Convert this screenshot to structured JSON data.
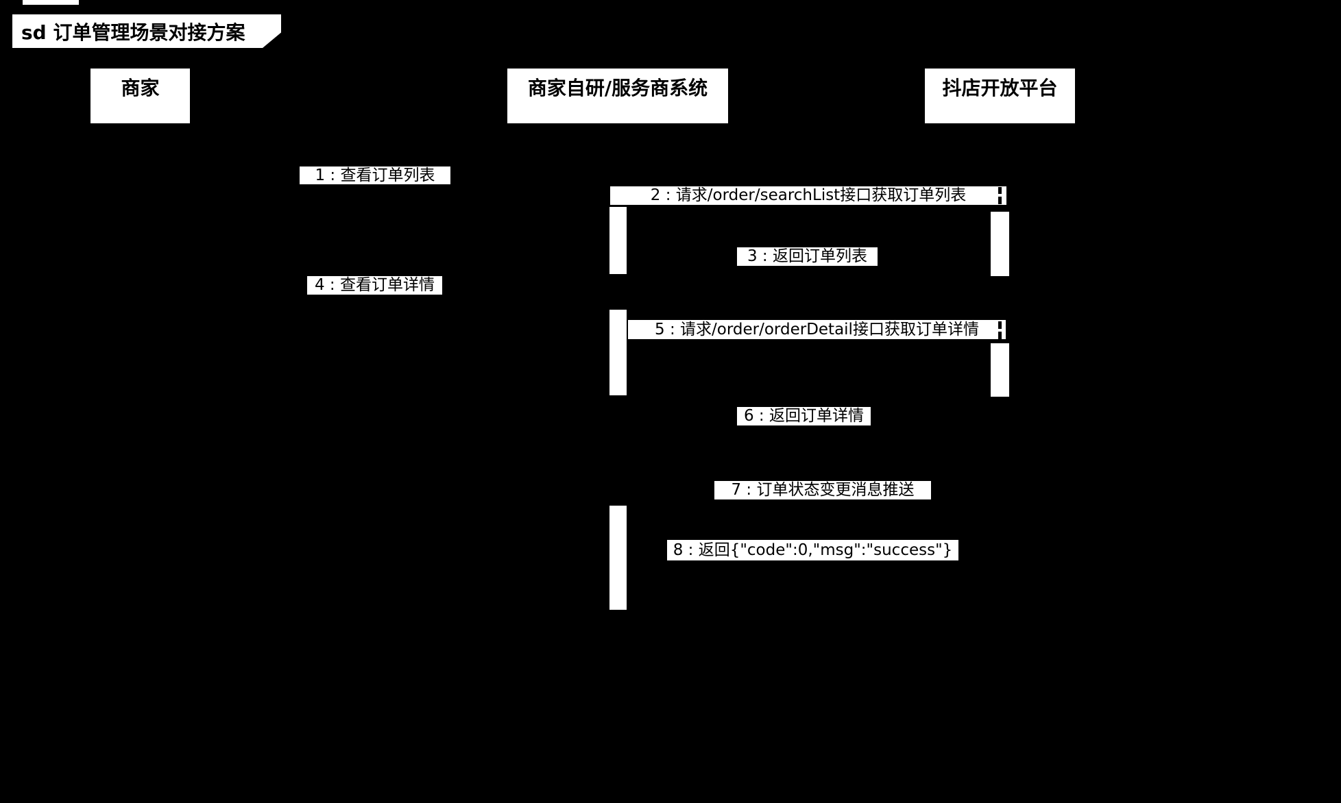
{
  "diagram": {
    "type": "uml-sequence-diagram",
    "title_tab": "sd 订单管理场景对接方案",
    "colors": {
      "background": "#000000",
      "shape_fill": "#FFFFFF",
      "text": "#000000"
    },
    "participants": [
      {
        "name": "商家"
      },
      {
        "name": "商家自研/服务商系统"
      },
      {
        "name": "抖店开放平台"
      }
    ],
    "messages": [
      {
        "seq": "1",
        "label": "1 : 查看订单列表",
        "from": "商家",
        "to": "商家自研/服务商系统"
      },
      {
        "seq": "2",
        "label": "2 : 请求/order/searchList接口获取订单列表",
        "from": "商家自研/服务商系统",
        "to": "抖店开放平台"
      },
      {
        "seq": "3",
        "label": "3 : 返回订单列表",
        "from": "抖店开放平台",
        "to": "商家自研/服务商系统"
      },
      {
        "seq": "4",
        "label": "4 : 查看订单详情",
        "from": "商家",
        "to": "商家自研/服务商系统"
      },
      {
        "seq": "5",
        "label": "5 : 请求/order/orderDetail接口获取订单详情",
        "from": "商家自研/服务商系统",
        "to": "抖店开放平台"
      },
      {
        "seq": "6",
        "label": "6 : 返回订单详情",
        "from": "抖店开放平台",
        "to": "商家自研/服务商系统"
      },
      {
        "seq": "7",
        "label": "7 : 订单状态变更消息推送",
        "from": "抖店开放平台",
        "to": "商家自研/服务商系统"
      },
      {
        "seq": "8",
        "label": "8 : 返回{\"code\":0,\"msg\":\"success\"}",
        "from": "商家自研/服务商系统",
        "to": "抖店开放平台"
      }
    ]
  }
}
